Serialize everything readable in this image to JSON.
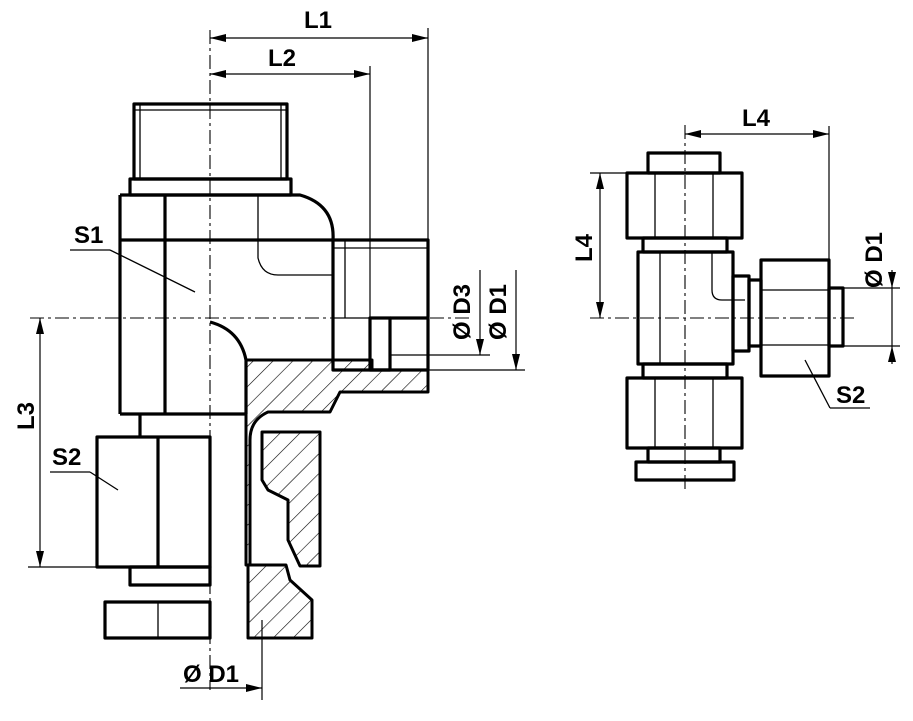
{
  "labels": {
    "L1": "L1",
    "L2": "L2",
    "L3": "L3",
    "L4_horizontal": "L4",
    "L4_vertical": "L4",
    "S1": "S1",
    "S2_left": "S2",
    "S2_right": "S2",
    "D3": "Ø D3",
    "D1_side": "Ø D1",
    "D1_bottom": "Ø D1",
    "D1_right": "Ø D1"
  }
}
